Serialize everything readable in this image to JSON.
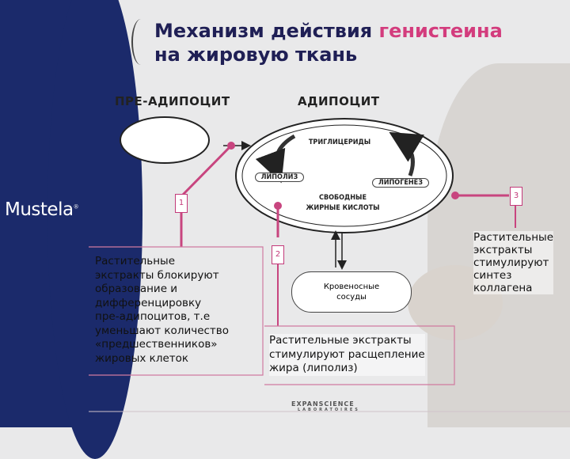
{
  "brand": {
    "logo": "Mustela",
    "footer_brand": "EXPANSCIENCE",
    "footer_sub": "LABORATOIRES"
  },
  "title": {
    "part1": "Механизм действия ",
    "highlight": "генистеина",
    "line2": "на жировую ткань"
  },
  "headers": {
    "pre_adipocyte": "ПРЕ-АДИПОЦИТ",
    "adipocyte": "АДИПОЦИТ"
  },
  "cell_labels": {
    "triglycerides": "ТРИГЛИЦЕРИДЫ",
    "lipolysis": "ЛИПОЛИЗ",
    "lipogenesis": "ЛИПОГЕНЕЗ",
    "free_fatty_acids_1": "СВОБОДНЫЕ",
    "free_fatty_acids_2": "ЖИРНЫЕ КИСЛОТЫ"
  },
  "numbers": {
    "n1": "1",
    "n2": "2",
    "n3": "3"
  },
  "vessels": {
    "line1": "Кровеносные",
    "line2": "сосуды"
  },
  "text_1": {
    "l1": "Растительные",
    "l2": "экстракты блокируют",
    "l3": "образование и",
    "l4": "дифференцировку",
    "l5": "пре-адипоцитов, т.е",
    "l6": "уменьшают количество",
    "l7": "«предшественников»",
    "l8": "жировых клеток"
  },
  "text_2": {
    "l1": "Растительные экстракты",
    "l2": "стимулируют расщепление",
    "l3": "жира (липолиз)"
  },
  "text_3": {
    "l1": "Растительные",
    "l2": "экстракты",
    "l3": "стимулируют",
    "l4": "синтез",
    "l5": "коллагена"
  },
  "colors": {
    "navy": "#1b2a6b",
    "pink": "#d33c7d",
    "line_pink": "#c8457f"
  }
}
